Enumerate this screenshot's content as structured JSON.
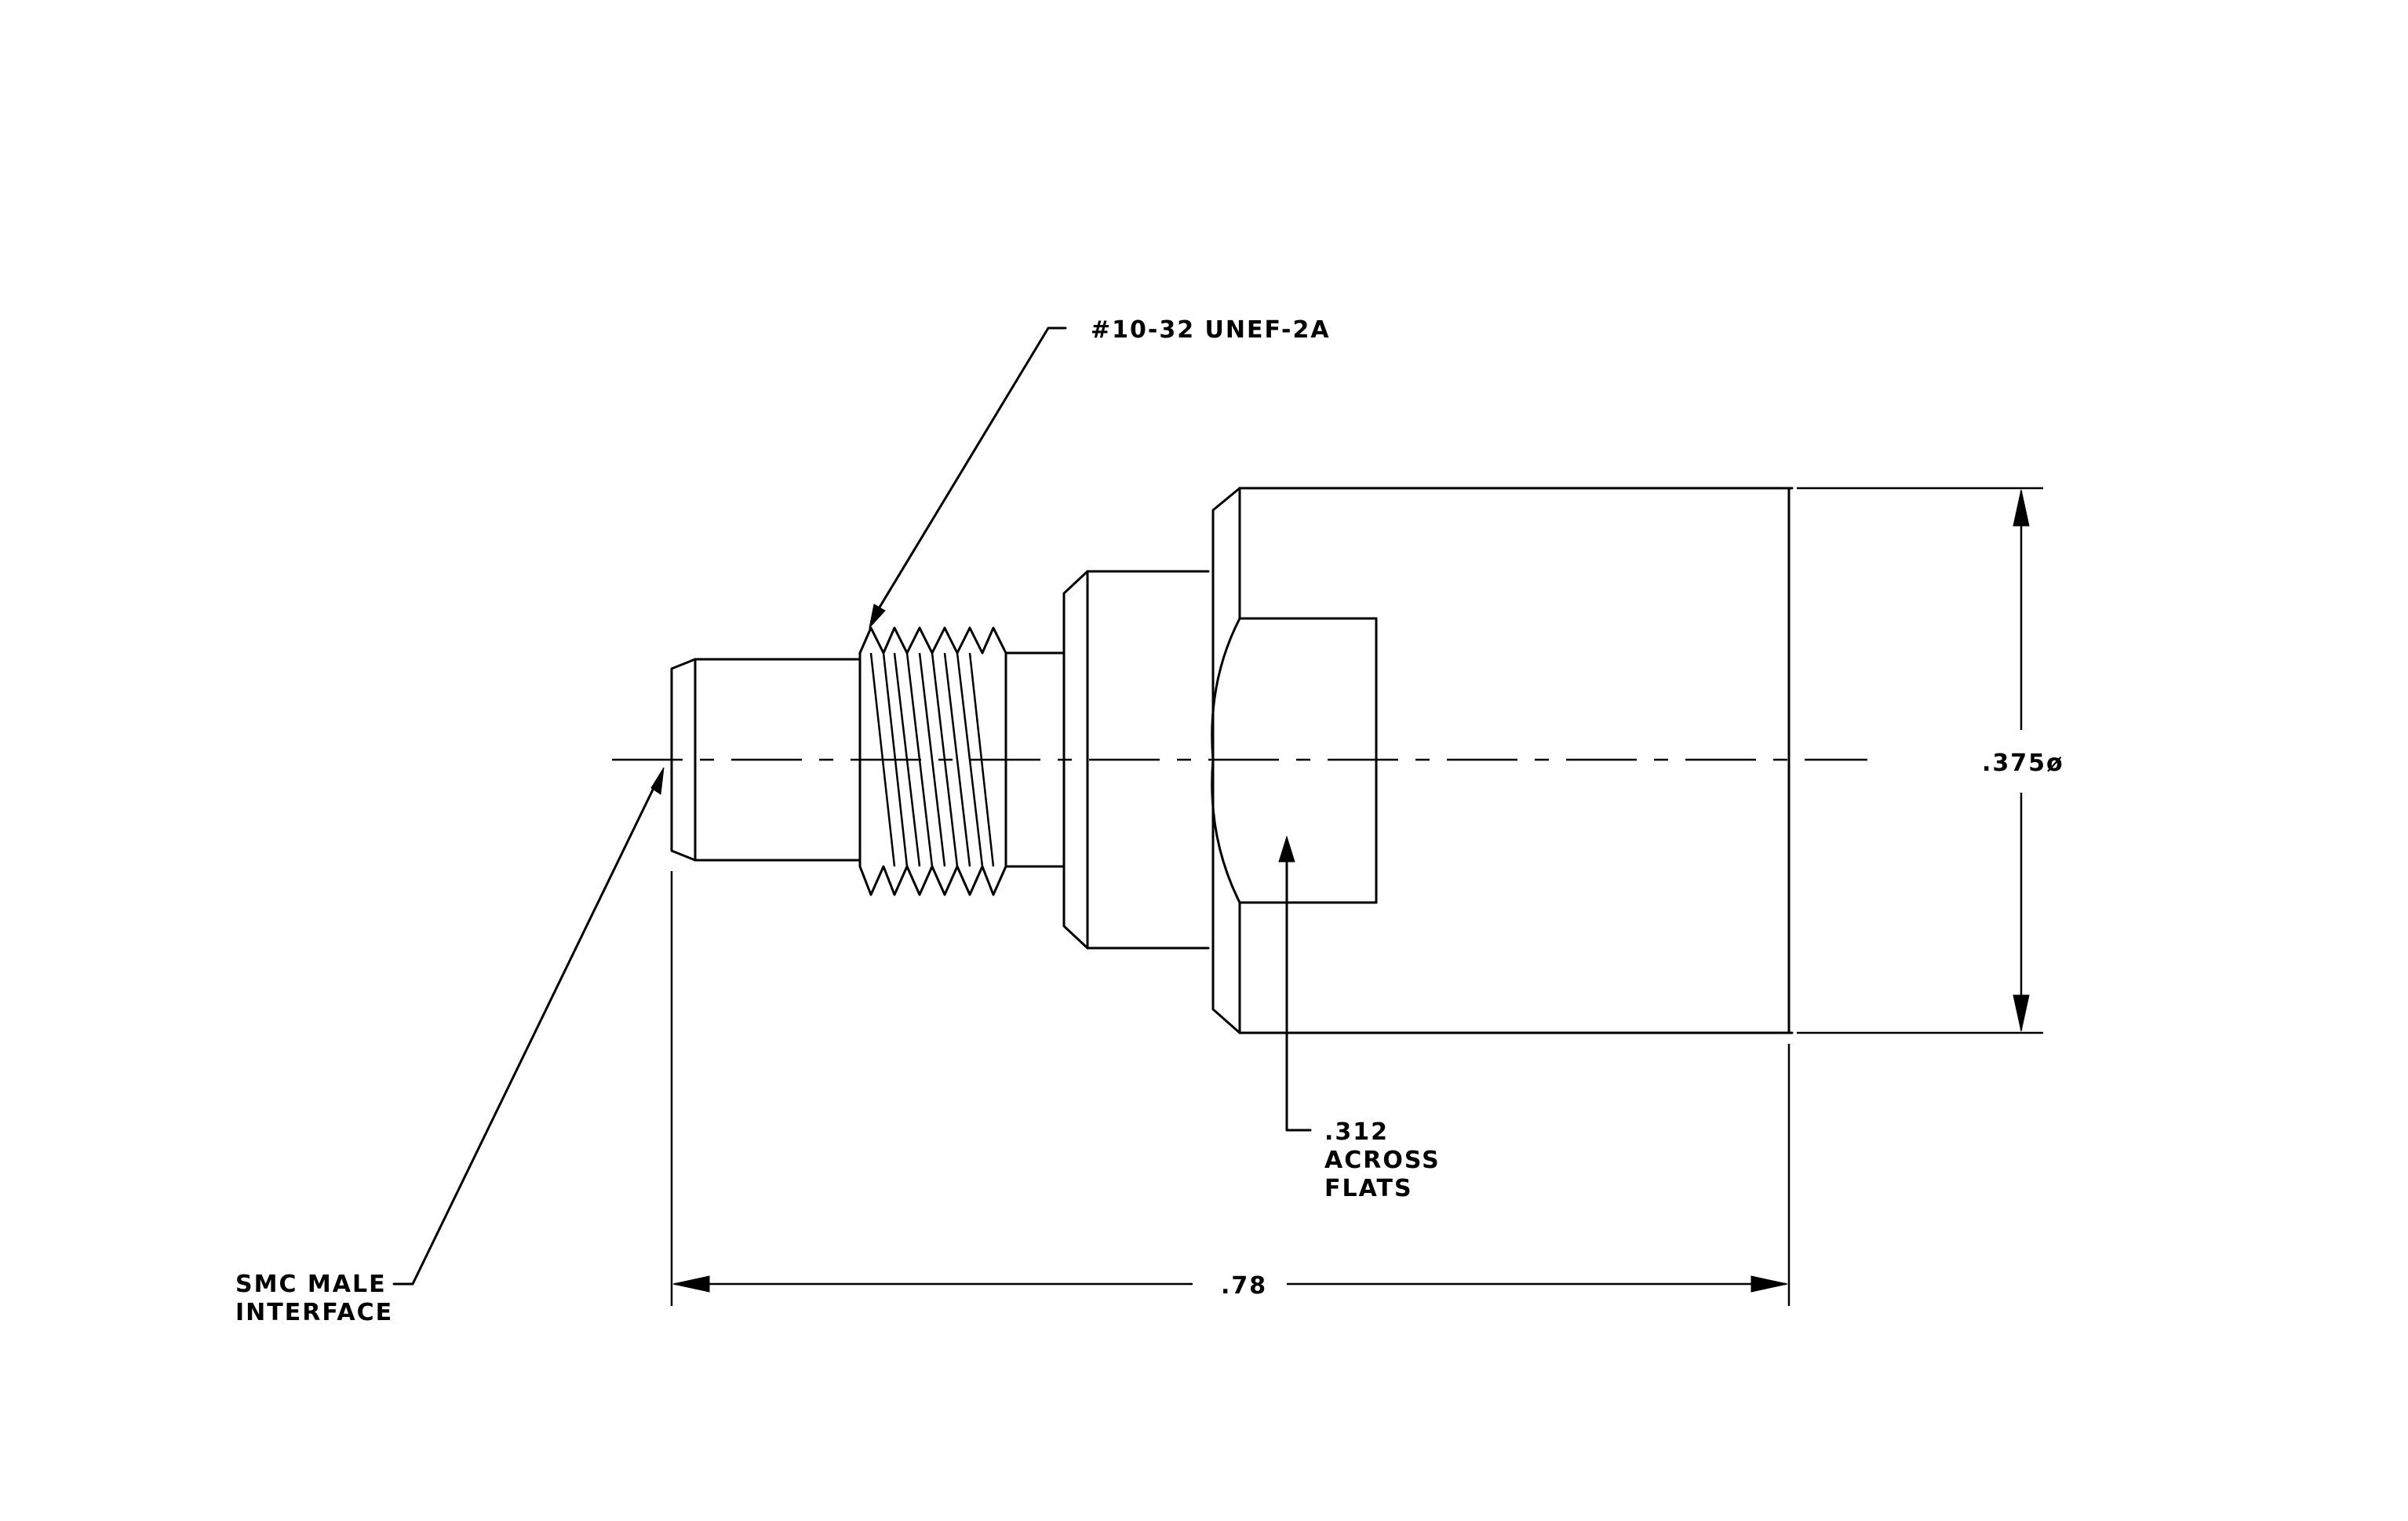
{
  "callouts": {
    "thread_spec": "#10-32 UNEF-2A",
    "interface_line1": "SMC MALE",
    "interface_line2": "INTERFACE",
    "flats_value": ".312",
    "flats_line2": "ACROSS",
    "flats_line3": "FLATS"
  },
  "dimensions": {
    "overall_length": ".78",
    "body_diameter": ".375ø"
  }
}
